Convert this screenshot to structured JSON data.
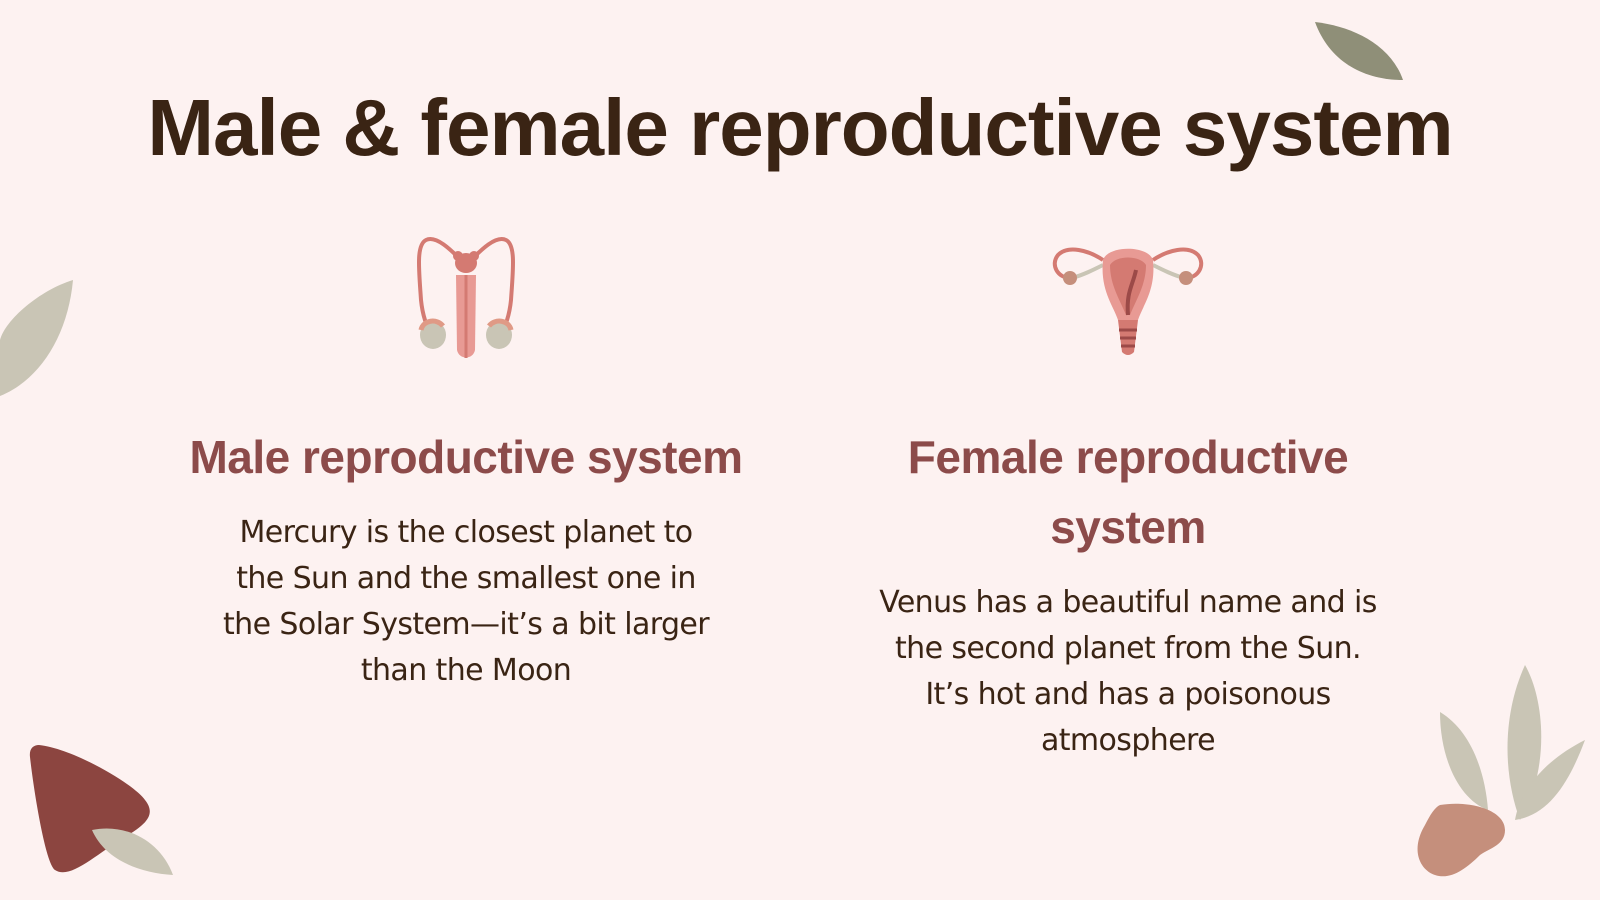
{
  "slide": {
    "title": "Male & female reproductive system",
    "columns": [
      {
        "icon": "male-reproductive-system-icon",
        "heading": "Male reproductive system",
        "description": "Mercury is the closest planet to the Sun and the smallest one in the Solar System—it’s a bit larger than the Moon"
      },
      {
        "icon": "female-reproductive-system-icon",
        "heading": "Female reproductive system",
        "description": "Venus has a beautiful name and is the second planet from the Sun. It’s hot and has a poisonous atmosphere"
      }
    ]
  },
  "colors": {
    "background": "#fdf2f1",
    "title": "#3a2414",
    "heading": "#8c4b4a",
    "body": "#3a2414",
    "leaf_dark": "#8f8f78",
    "leaf_light": "#c9c5b5",
    "terracotta": "#8c4540",
    "clay": "#c58f7c"
  }
}
